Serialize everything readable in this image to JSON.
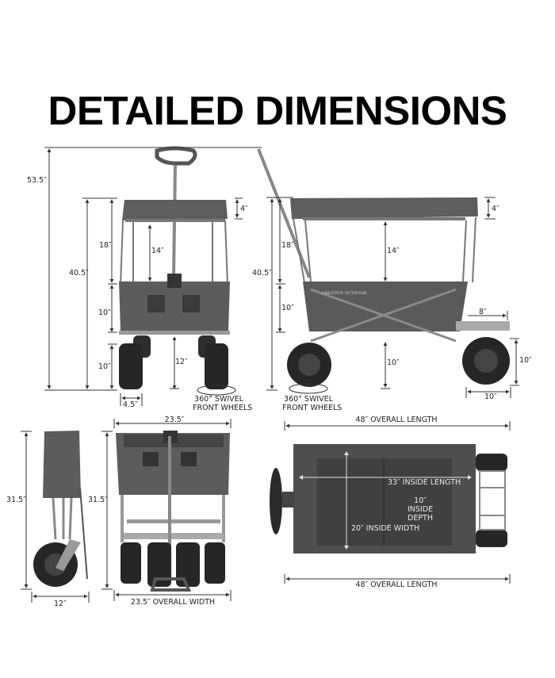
{
  "title": "DETAILED DIMENSIONS",
  "front_view": {
    "overall_height": "53.5″",
    "canopy_height": "40.5″",
    "canopy_top_to_rim": "18″",
    "canopy_thickness": "4″",
    "canopy_clearance": "14″",
    "basket_depth": "10″",
    "wheel_height": "10″",
    "ground_clearance": "12″",
    "wheel_width": "4.5″",
    "swivel_note_line1": "360° SWIVEL",
    "swivel_note_line2": "FRONT WHEELS"
  },
  "side_view": {
    "canopy_height": "40.5″",
    "canopy_top_to_rim": "18″",
    "canopy_thickness": "4″",
    "canopy_clearance": "14″",
    "basket_depth": "10″",
    "tailgate_length": "8″",
    "ground_clearance": "10″",
    "rear_wheel_height": "10″",
    "rear_wheel_length": "10″",
    "swivel_note_line1": "360° SWIVEL",
    "swivel_note_line2": "FRONT WHEELS",
    "brand_mark": "CREATIVE OUTDOOR"
  },
  "folded_side_view": {
    "height": "31.5″",
    "depth": "12″"
  },
  "folded_front_view": {
    "height": "31.5″",
    "top_width": "23.5″",
    "overall_width": "23.5″ OVERALL WIDTH"
  },
  "top_view": {
    "overall_length_top": "48″ OVERALL LENGTH",
    "overall_length_bottom": "48″ OVERALL LENGTH",
    "inside_length": "33″ INSIDE LENGTH",
    "inside_width": "20″ INSIDE WIDTH",
    "inside_depth_line1": "10″",
    "inside_depth_line2": "INSIDE",
    "inside_depth_line3": "DEPTH"
  },
  "colors": {
    "fabric": "#5a5a5a",
    "fabric_dark": "#3a3a3a",
    "frame": "#9a9a9a",
    "tire": "#2a2a2a",
    "dim_line": "#333333"
  }
}
